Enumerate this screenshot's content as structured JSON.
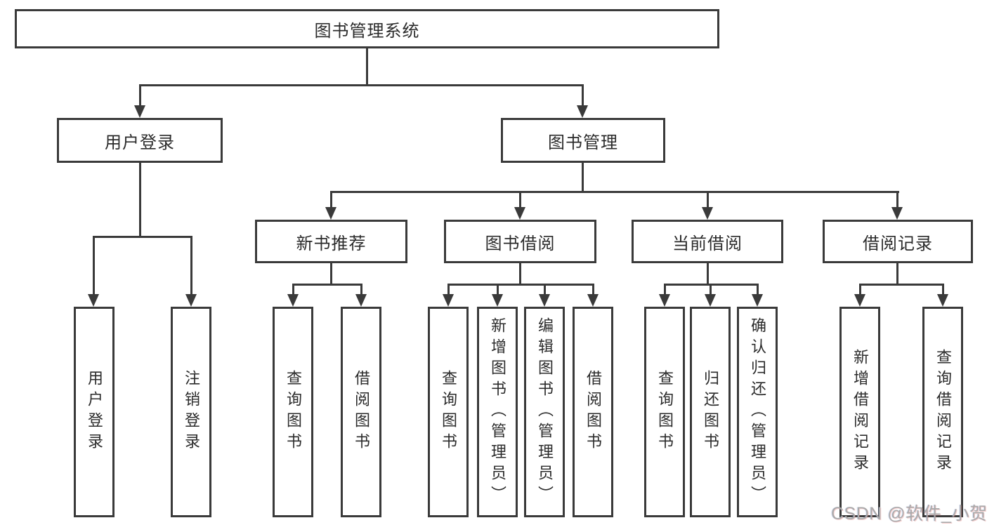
{
  "diagram": {
    "root": {
      "label": "图书管理系统"
    },
    "branches": [
      {
        "label": "用户登录",
        "children": [
          {
            "label": "用户登录"
          },
          {
            "label": "注销登录"
          }
        ]
      },
      {
        "label": "图书管理",
        "children": [
          {
            "label": "新书推荐",
            "children": [
              {
                "label": "查询图书"
              },
              {
                "label": "借阅图书"
              }
            ]
          },
          {
            "label": "图书借阅",
            "children": [
              {
                "label": "查询图书"
              },
              {
                "label": "新增图书（管理员）"
              },
              {
                "label": "编辑图书（管理员）"
              },
              {
                "label": "借阅图书"
              }
            ]
          },
          {
            "label": "当前借阅",
            "children": [
              {
                "label": "查询图书"
              },
              {
                "label": "归还图书"
              },
              {
                "label": "确认归还（管理员）"
              }
            ]
          },
          {
            "label": "借阅记录",
            "children": [
              {
                "label": "新增借阅记录"
              },
              {
                "label": "查询借阅记录"
              }
            ]
          }
        ]
      }
    ],
    "watermark": "CSDN @软件_小贺同学",
    "colors": {
      "line": "#3a3a3a",
      "text": "#2b2b2b",
      "watermark": "#aaaaaa",
      "background": "#ffffff"
    }
  }
}
